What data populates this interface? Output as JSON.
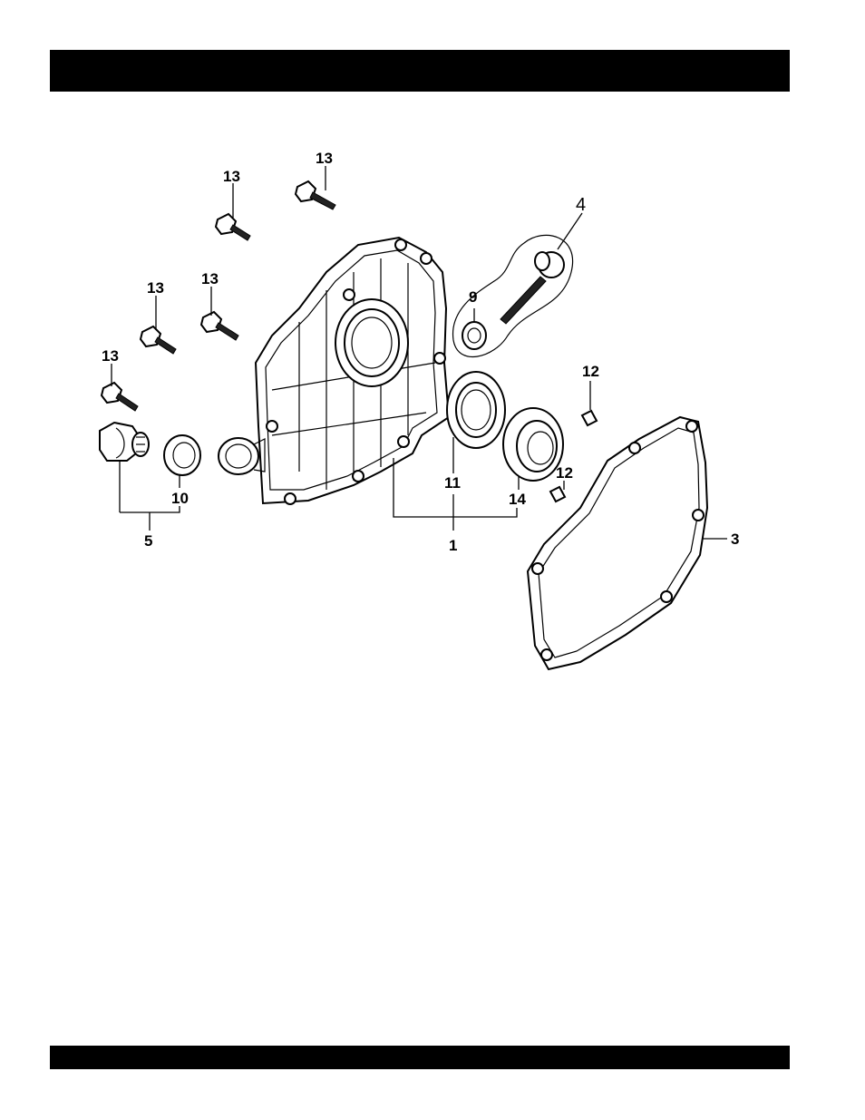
{
  "callouts": {
    "bolt_a": "13",
    "bolt_b": "13",
    "bolt_c": "13",
    "bolt_d": "13",
    "bolt_e": "13",
    "dipstick_assembly": "4",
    "dipstick_oring": "9",
    "dowel_a": "12",
    "dowel_b": "12",
    "oil_seal": "11",
    "bearing": "14",
    "case_cover_assembly": "1",
    "gasket": "3",
    "drain_plug_washer": "10",
    "drain_plug_assembly": "5"
  }
}
